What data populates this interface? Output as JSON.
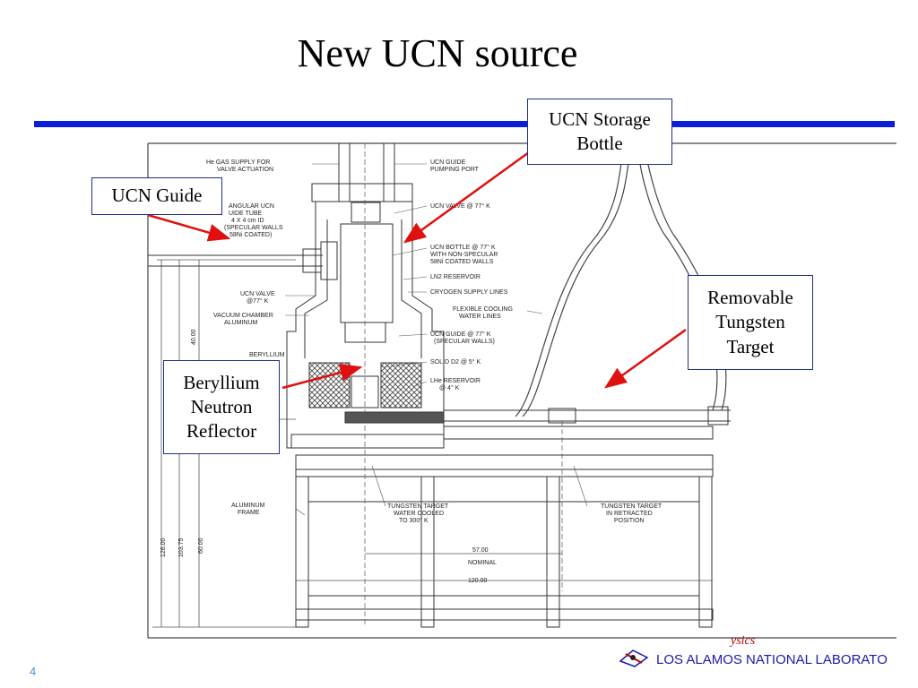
{
  "title": "New UCN source",
  "callouts": {
    "storage_bottle": "UCN Storage Bottle",
    "guide": "UCN Guide",
    "tungsten_target": "Removable Tungsten Target",
    "beryllium": "Beryllium Neutron Reflector"
  },
  "drawing_labels": {
    "he_gas": [
      "He GAS SUPPLY FOR",
      "VALVE ACTUATION"
    ],
    "pumping_port": [
      "UCN GUIDE",
      "PUMPING PORT"
    ],
    "rect_guide": [
      "ANGULAR UCN",
      "UIDE TUBE",
      "4 X 4 cm ID",
      "(SPECULAR WALLS",
      "58Ni COATED)"
    ],
    "ucn_valve_top": "UCN VALVE @ 77° K",
    "ucn_bottle": [
      "UCN BOTTLE @ 77° K",
      "WITH NON-SPECULAR",
      "58Ni COATED WALLS"
    ],
    "ln2": "LN2 RESERVOIR",
    "cryogen": "CRYOGEN SUPPLY LINES",
    "cooling": [
      "FLEXIBLE COOLING",
      "WATER LINES"
    ],
    "ucn_valve_left": [
      "UCN VALVE",
      "@77° K"
    ],
    "vacuum_chamber": [
      "VACUUM CHAMBER",
      "ALUMINUM"
    ],
    "beryllium_small": "BERYLLIUM",
    "ucn_guide_right": [
      "UCN GUIDE @ 77° K",
      "(SPECULAR WALLS)"
    ],
    "solid_d2": "SOLID D2 @ 5° K",
    "lhe": [
      "LHe RESERVOIR",
      "@ 4° K"
    ],
    "aluminum_frame": [
      "ALUMINUM",
      "FRAME"
    ],
    "target_cooled": [
      "TUNGSTEN TARGET",
      "WATER COOLED",
      "TO 300° K"
    ],
    "target_retracted": [
      "TUNGSTEN TARGET",
      "IN RETRACTED",
      "POSITION"
    ],
    "dim_57": [
      "57.00",
      "NOMINAL"
    ],
    "dim_120": "120.00",
    "dim_40": "40.00",
    "dim_126": "126.00",
    "dim_103": "103.75",
    "dim_60": "60.00"
  },
  "footer": {
    "physics": "ysics",
    "lab": "LOS ALAMOS NATIONAL LABORATO",
    "page": "4"
  },
  "colors": {
    "rule": "#0b1edc",
    "arrow": "#e01010",
    "callout_border": "#1f2e8c"
  }
}
